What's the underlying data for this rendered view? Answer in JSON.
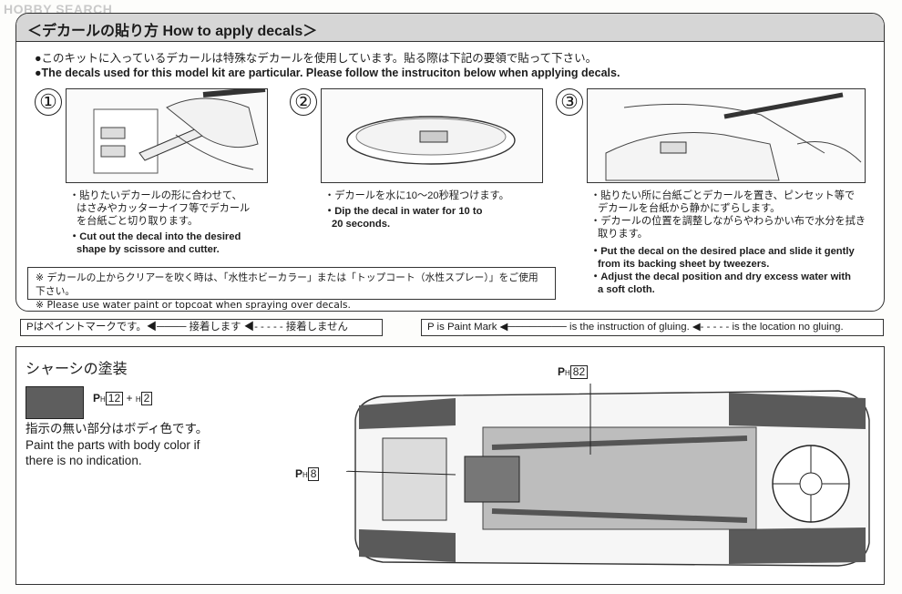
{
  "watermark": "HOBBY SEARCH",
  "decals": {
    "title": "＜デカールの貼り方 How to apply decals＞",
    "intro_jp": "●このキットに入っているデカールは特殊なデカールを使用しています。貼る際は下記の要領で貼って下さい。",
    "intro_en": "●The decals used for this model kit are particular. Please follow the instruciton below when applying decals.",
    "steps": [
      {
        "number": "①",
        "notes_jp": [
          "・貼りたいデカールの形に合わせて、",
          "はさみやカッターナイフ等でデカール",
          "を台紙ごと切り取ります。"
        ],
        "notes_en": [
          "・Cut out the decal into the desired",
          "shape by scissore and cutter."
        ]
      },
      {
        "number": "②",
        "notes_jp": [
          "・デカールを水に10〜20秒程つけます。"
        ],
        "notes_en": [
          "・Dip the decal in water for 10 to",
          "20 seconds."
        ]
      },
      {
        "number": "③",
        "notes_jp": [
          "・貼りたい所に台紙ごとデカールを置き、ピンセット等で",
          "デカールを台紙から静かにずらします。",
          "・デカールの位置を調整しながらやわらかい布で水分を拭き",
          "取ります。"
        ],
        "notes_en": [
          "・Put the decal on the desired place and slide it gently",
          "from its backing sheet by tweezers.",
          "・Adjust the decal position and dry excess water with",
          "a soft cloth."
        ]
      }
    ],
    "caution_jp": "※ デカールの上からクリアーを吹く時は、「水性ホビーカラー」または「トップコート（水性スプレー）」をご使用下さい。",
    "caution_en": "※ Please use water paint or topcoat when spraying over decals."
  },
  "legend_jp": "Pはペイントマークです。◀──── 接着します ◀- - - - - 接着しません",
  "legend_en": "P is Paint Mark ◀──────── is the instruction of gluing. ◀- - - - - is the location no gluing.",
  "chassis": {
    "title": "シャーシの塗装",
    "swatch_color": "#5e5e5e",
    "swatch_code": {
      "p": "P",
      "h1": "H",
      "n1": "12",
      "plus": "+",
      "h2": "H",
      "n2": "2"
    },
    "body_note_jp": "指示の無い部分はボディ色です。",
    "body_note_en1": "Paint the parts with body color if",
    "body_note_en2": "there is no indication.",
    "callout_top": {
      "p": "P",
      "h": "H",
      "n": "82"
    },
    "callout_left": {
      "p": "P",
      "h": "H",
      "n": "8"
    }
  }
}
